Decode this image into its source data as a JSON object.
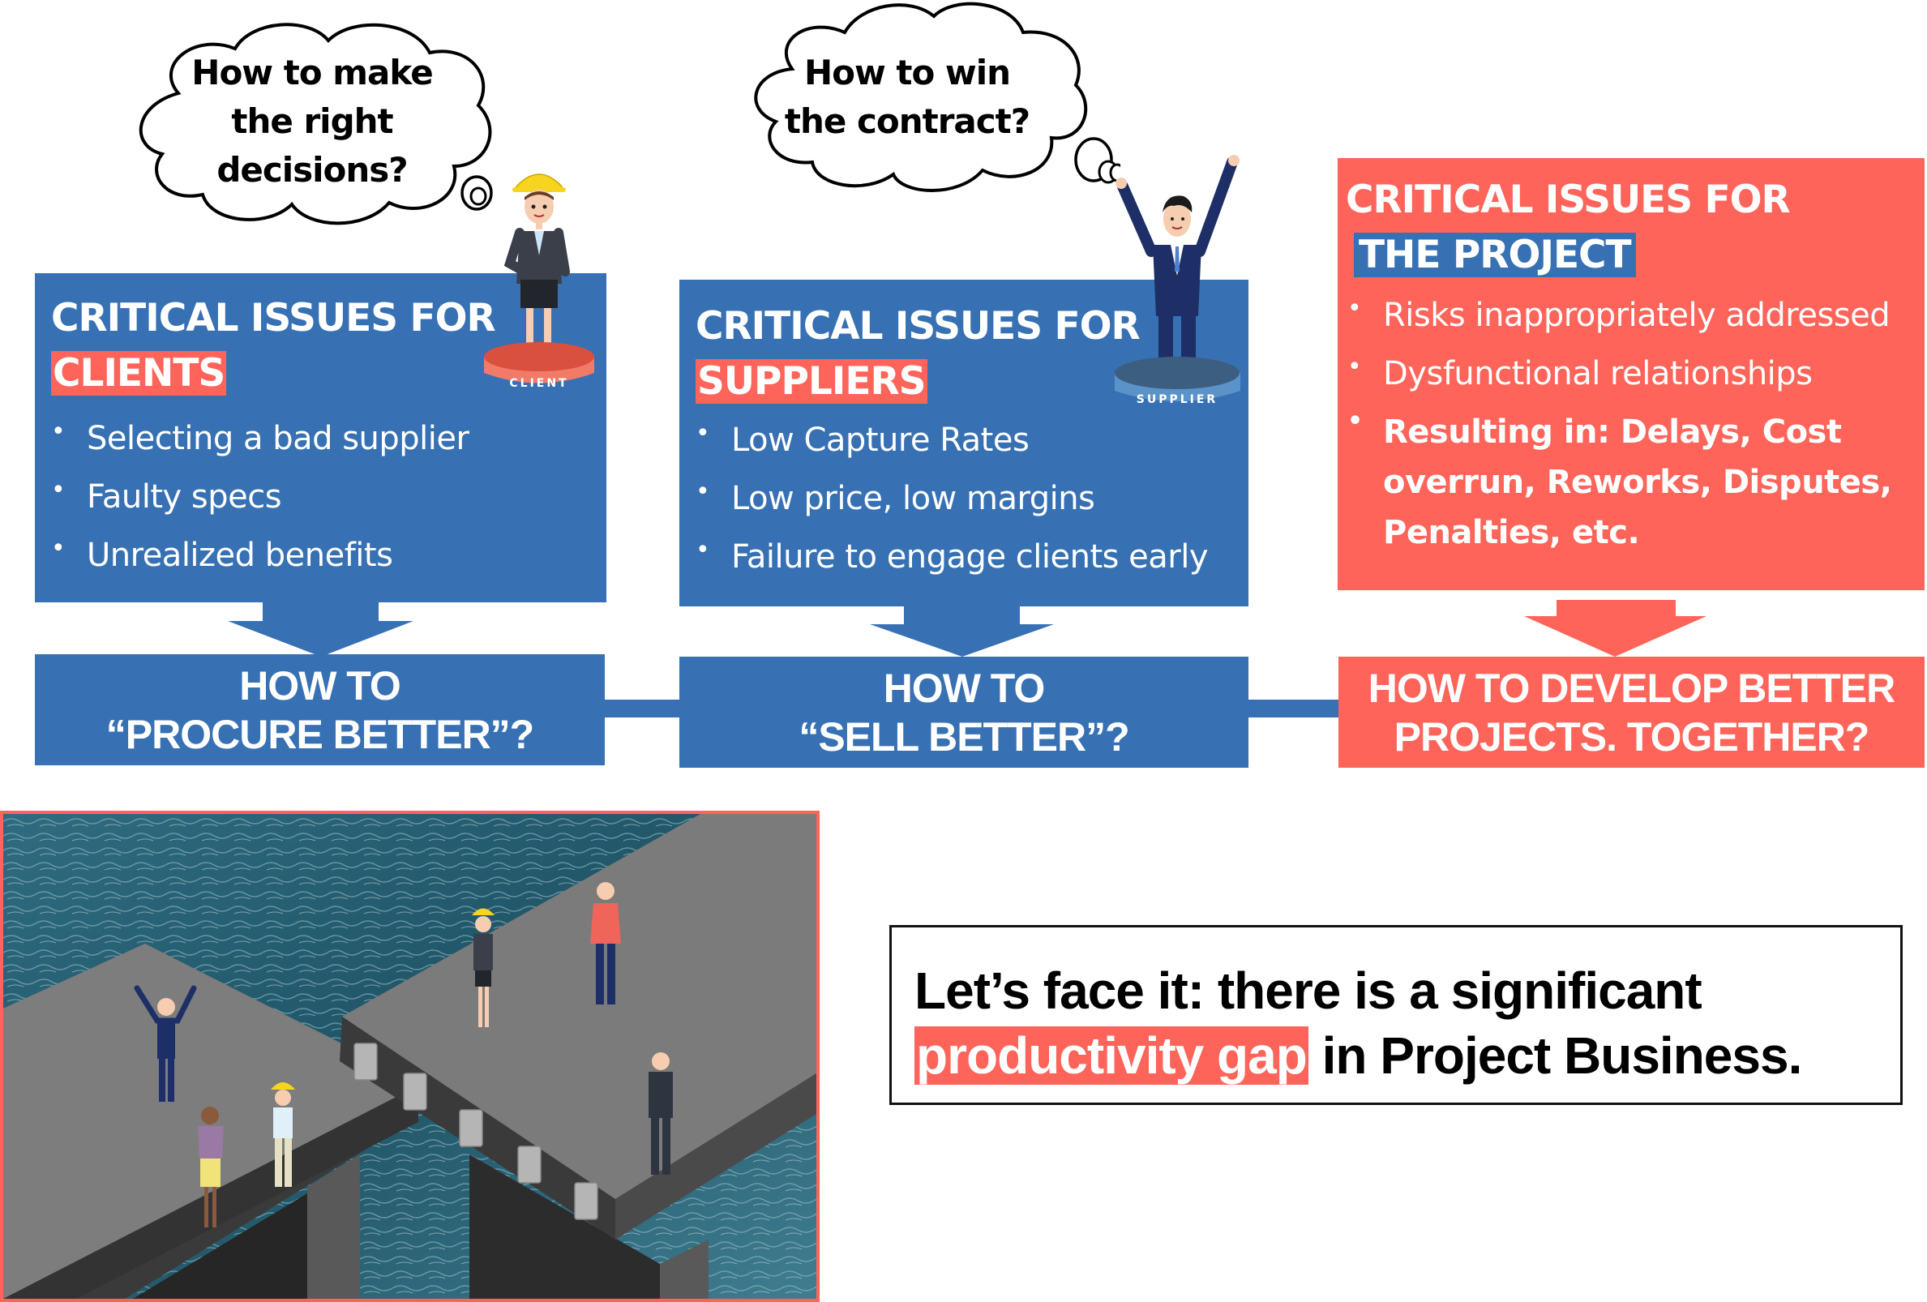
{
  "thought_bubbles": {
    "client": {
      "line1": "How to make",
      "line2": "the right",
      "line3": "decisions?"
    },
    "supplier": {
      "line1": "How to win",
      "line2": "the contract?"
    }
  },
  "characters": {
    "client": {
      "pedestal_label": "CLIENT",
      "role": "woman in hard hat"
    },
    "supplier": {
      "pedestal_label": "SUPPLIER",
      "role": "man with raised arms"
    }
  },
  "issues": {
    "clients": {
      "title": "CRITICAL ISSUES FOR",
      "highlight": "CLIENTS",
      "bullets": [
        "Selecting a bad supplier",
        "Faulty specs",
        "Unrealized benefits"
      ]
    },
    "suppliers": {
      "title": "CRITICAL ISSUES FOR",
      "highlight": "SUPPLIERS",
      "bullets": [
        "Low Capture Rates",
        "Low price, low margins",
        "Failure to engage clients early"
      ]
    },
    "project": {
      "title": "CRITICAL ISSUES FOR",
      "highlight": "THE PROJECT",
      "bullets": [
        "Risks inappropriately addressed",
        "Dysfunctional relationships"
      ],
      "bold_bullet": [
        "Resulting in: Delays, Cost",
        "overrun, Reworks, Disputes,",
        "Penalties, etc."
      ]
    }
  },
  "questions": {
    "clients": {
      "line1": "HOW TO",
      "line2": "“PROCURE BETTER”?"
    },
    "suppliers": {
      "line1": "HOW TO",
      "line2": "“SELL BETTER”?"
    },
    "project": {
      "line1": "HOW TO DEVELOP BETTER",
      "line2": "PROJECTS. TOGETHER?"
    }
  },
  "illustration": {
    "description": "Two broken bridge sections over the sea with business people on each side"
  },
  "quote": {
    "line1": "Let’s face it: there is a significant",
    "highlight": "productivity gap",
    "line2_rest": " in Project Business."
  },
  "colors": {
    "blue": "#3771b3",
    "red": "#fe6459",
    "text_white": "#ffffff",
    "text_black": "#000000"
  }
}
